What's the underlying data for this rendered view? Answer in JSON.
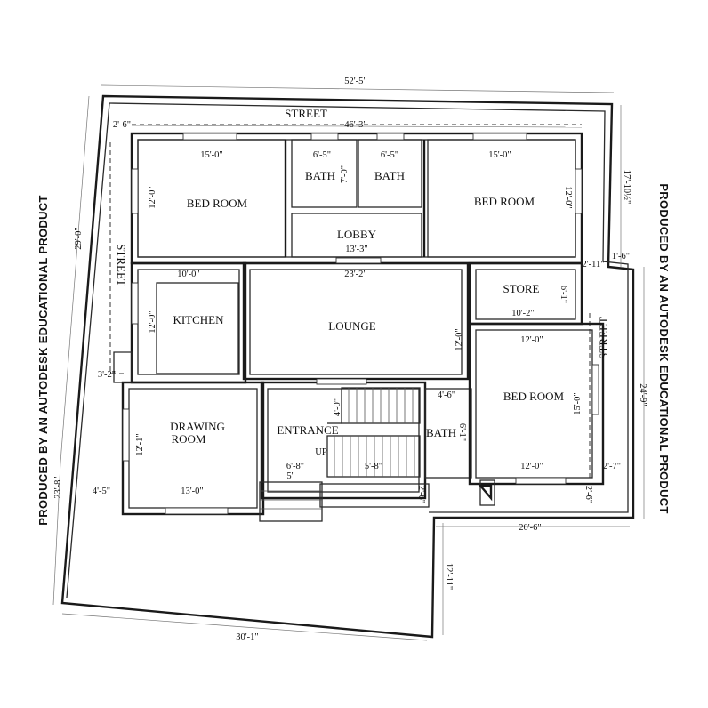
{
  "overall": {
    "top_width": "52'-5\"",
    "street_width": "46'-3\""
  },
  "streets": {
    "top": "STREET",
    "left": "STREET",
    "right": "STREET"
  },
  "rooms": {
    "bed_room_1": {
      "label": "BED ROOM",
      "width": "15'-0\"",
      "depth": "12'-0\""
    },
    "bath_1": {
      "label": "BATH",
      "width": "6'-5\"",
      "depth": "7'-0\""
    },
    "bath_2": {
      "label": "BATH",
      "width": "6'-5\""
    },
    "bed_room_2": {
      "label": "BED ROOM",
      "width": "15'-0\"",
      "depth": "12'-0\""
    },
    "lobby": {
      "label": "LOBBY",
      "width": "13'-3\""
    },
    "kitchen": {
      "label": "KITCHEN",
      "width": "10'-0\"",
      "depth": "12'-0\""
    },
    "lounge": {
      "label": "LOUNGE",
      "width": "23'-2\"",
      "depth": "12'-0\""
    },
    "store": {
      "label": "STORE",
      "width": "10'-2\"",
      "depth": "6'-1\""
    },
    "bed_room_3": {
      "label": "BED ROOM",
      "width": "12'-0\"",
      "depth": "15'-0\"",
      "bottom": "12'-0\""
    },
    "drawing_room": {
      "label_line1": "DRAWING",
      "label_line2": "ROOM",
      "width": "13'-0\"",
      "depth": "12'-1\""
    },
    "entrance": {
      "label": "ENTRANCE",
      "stair_depth": "4'-0\"",
      "width": "6'-8\"",
      "step": "5'",
      "stair_width": "5'-8\"",
      "up": "UP"
    },
    "bath_3": {
      "label": "BATH",
      "width": "4'-6\"",
      "depth": "6'-1\""
    }
  },
  "dimensions": {
    "left_offset_top": "2'-6\"",
    "left_depth_1": "29'-0\"",
    "left_depth_2": "23'-8\"",
    "left_jog": "3'-2\"",
    "left_bottom": "4'-5\"",
    "right_top": "17'-10½\"",
    "right_gap": "2'-11\"",
    "right_jog": "1'-6\"",
    "right_depth": "24'-9\"",
    "right_bottom_1": "2'-7\"",
    "right_bottom_2": "2'-6\"",
    "porch_gap": "2'-6\"",
    "bottom_width": "20'-6\"",
    "bottom_depth": "12'-11\"",
    "bottom_partial": "30'-1\""
  },
  "watermark": "PRODUCED BY AN AUTODESK EDUCATIONAL PRODUCT"
}
